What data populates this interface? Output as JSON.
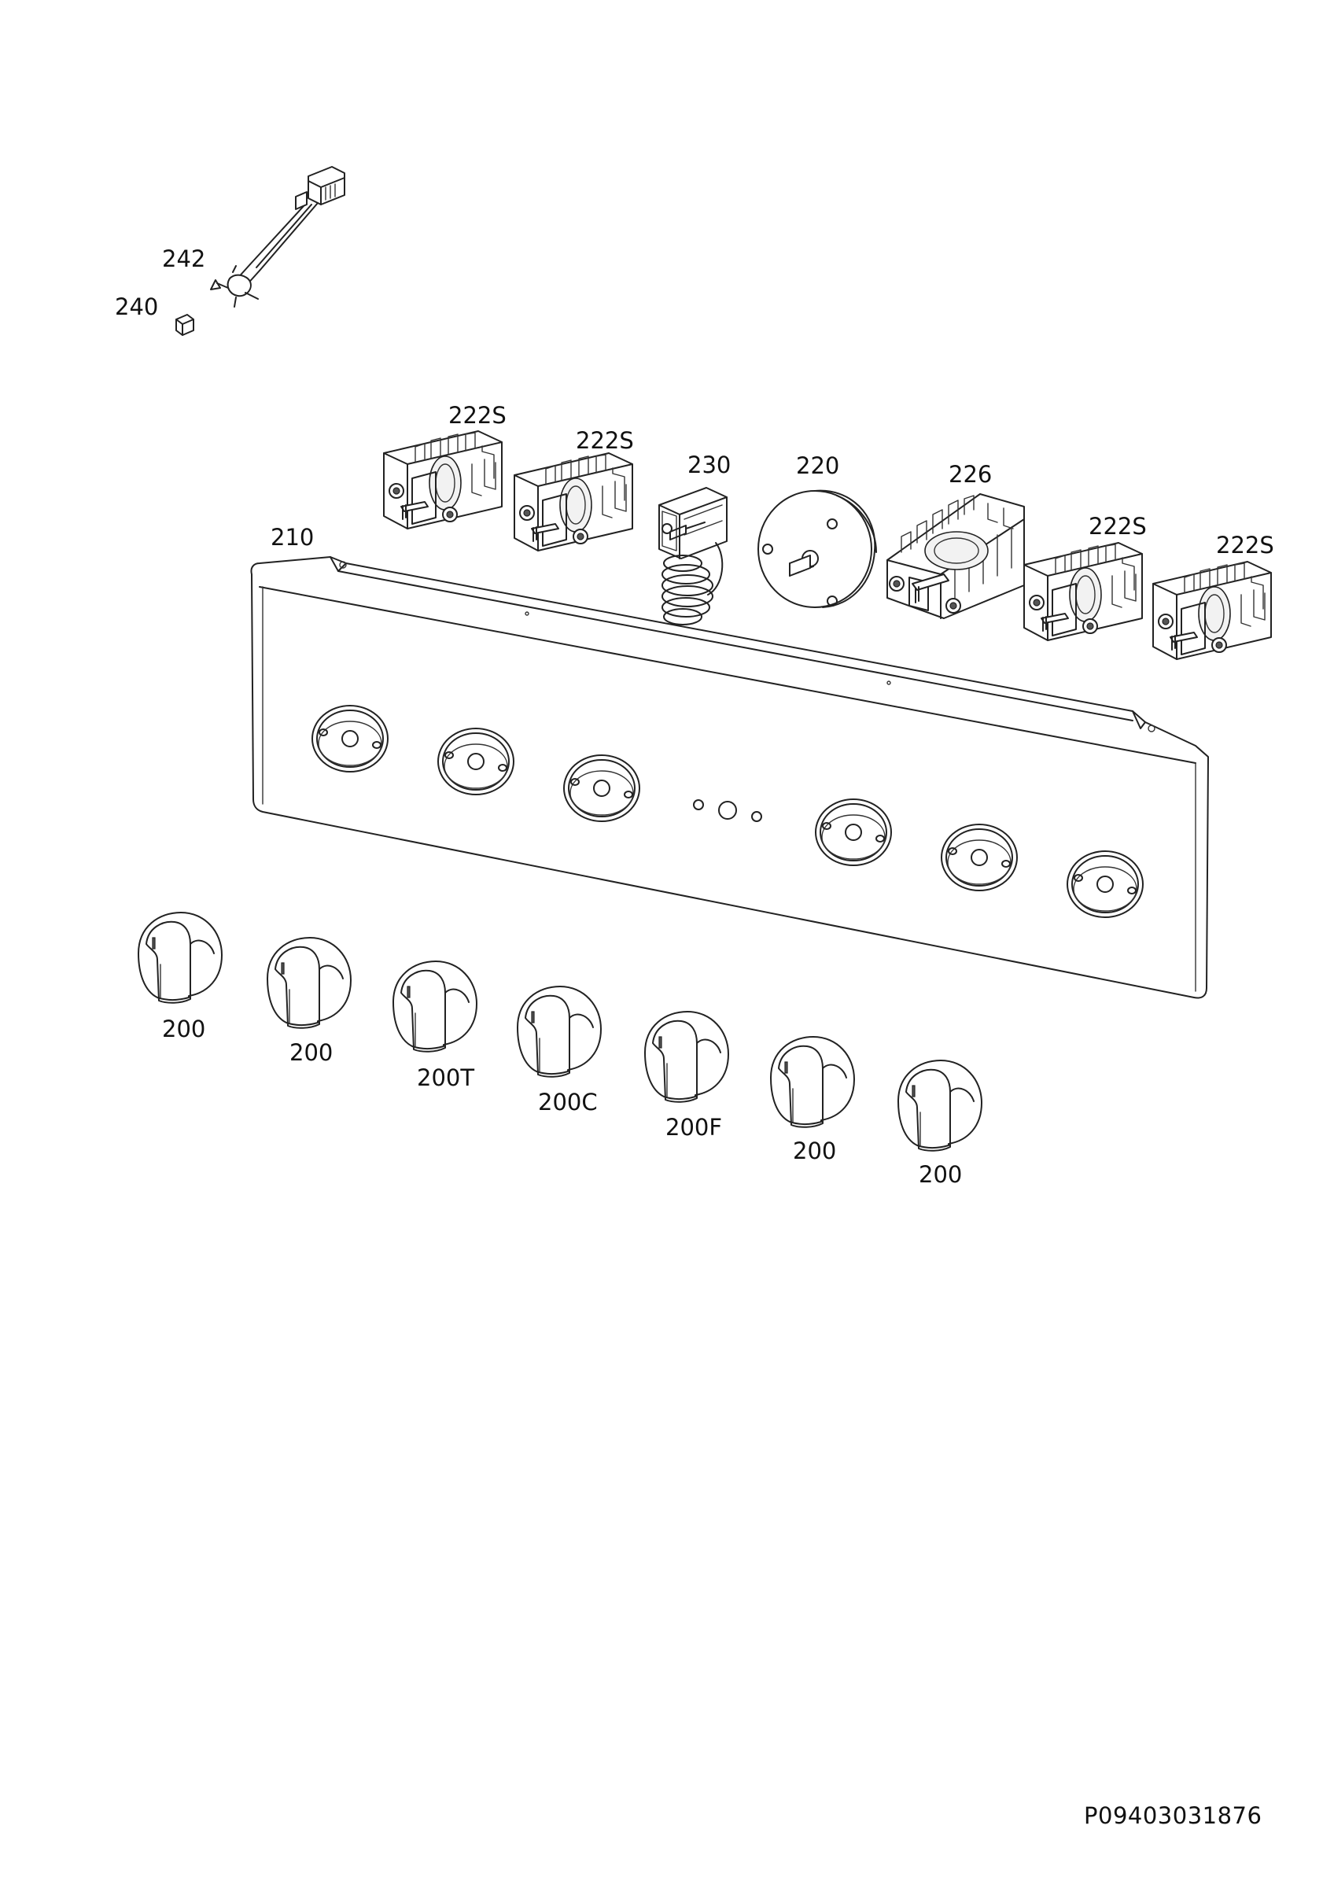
{
  "labels": {
    "wire_harness": "242",
    "lamp": "240",
    "panel": "210",
    "switch_1": "222S",
    "switch_2": "222S",
    "thermostat": "230",
    "timer": "220",
    "selector": "226",
    "switch_3": "222S",
    "switch_4": "222S",
    "knob_1": "200",
    "knob_2": "200",
    "knob_3": "200T",
    "knob_4": "200C",
    "knob_5": "200F",
    "knob_6": "200",
    "knob_7": "200"
  },
  "drawing_reference": "P09403031876"
}
